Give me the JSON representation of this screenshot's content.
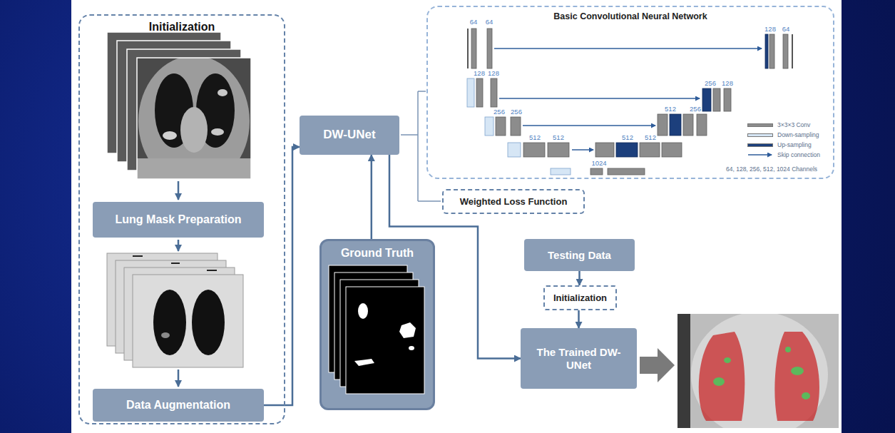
{
  "diagram": {
    "nodes": [
      {
        "text": [
          "Initialization"
        ]
      },
      {
        "text": [
          "Lung Mask Preparation"
        ],
        "in": 0
      },
      {
        "text": [
          "Data Augmentation"
        ],
        "in": 0
      },
      {
        "text": [
          "DW-UNet"
        ]
      },
      {
        "text": [
          "Basic Convolutional Neural Network"
        ]
      },
      {
        "text": [
          "Weighted Loss Function"
        ]
      },
      {
        "text": [
          "Ground Truth"
        ]
      },
      {
        "text": [
          "Testing Data"
        ]
      },
      {
        "text": [
          "Initialization"
        ]
      },
      {
        "text": [
          "The Trained DW-UNet"
        ]
      }
    ],
    "edges": [
      {
        "from": 2,
        "to": 3,
        "arrow": "to"
      },
      {
        "from": 6,
        "to": 3,
        "arrow": "to"
      },
      {
        "from": 3,
        "to": 9,
        "arrow": "to"
      },
      {
        "from": 7,
        "to": 8,
        "arrow": "to"
      },
      {
        "from": 8,
        "to": 9,
        "arrow": "to"
      }
    ],
    "labels": [
      "64",
      "64",
      "128",
      "64",
      "128",
      "128",
      "256",
      "128",
      "256",
      "256",
      "512",
      "256",
      "512",
      "512",
      "512",
      "512",
      "1024",
      "64, 128, 256, 512, 1024 Channels"
    ],
    "legend": [
      {
        "text": "3×3×3 Conv",
        "color": "#8c8c8c"
      },
      {
        "text": "Down-sampling",
        "color": "#d6e6f5"
      },
      {
        "text": "Up-sampling",
        "color": "#1c3f7c"
      },
      {
        "text": "Skip connection"
      }
    ]
  }
}
